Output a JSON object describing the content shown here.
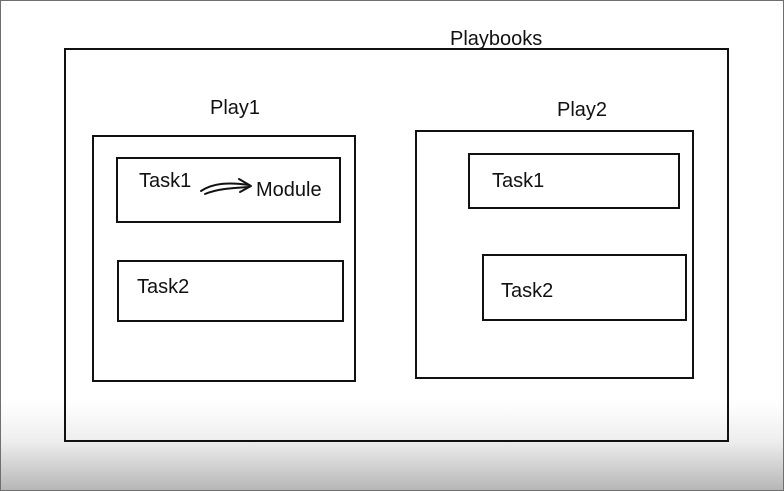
{
  "diagram": {
    "title": "Playbooks",
    "plays": [
      {
        "name": "Play1",
        "tasks": [
          {
            "label": "Task1",
            "module": "Module"
          },
          {
            "label": "Task2"
          }
        ]
      },
      {
        "name": "Play2",
        "tasks": [
          {
            "label": "Task1"
          },
          {
            "label": "Task2"
          }
        ]
      }
    ]
  }
}
